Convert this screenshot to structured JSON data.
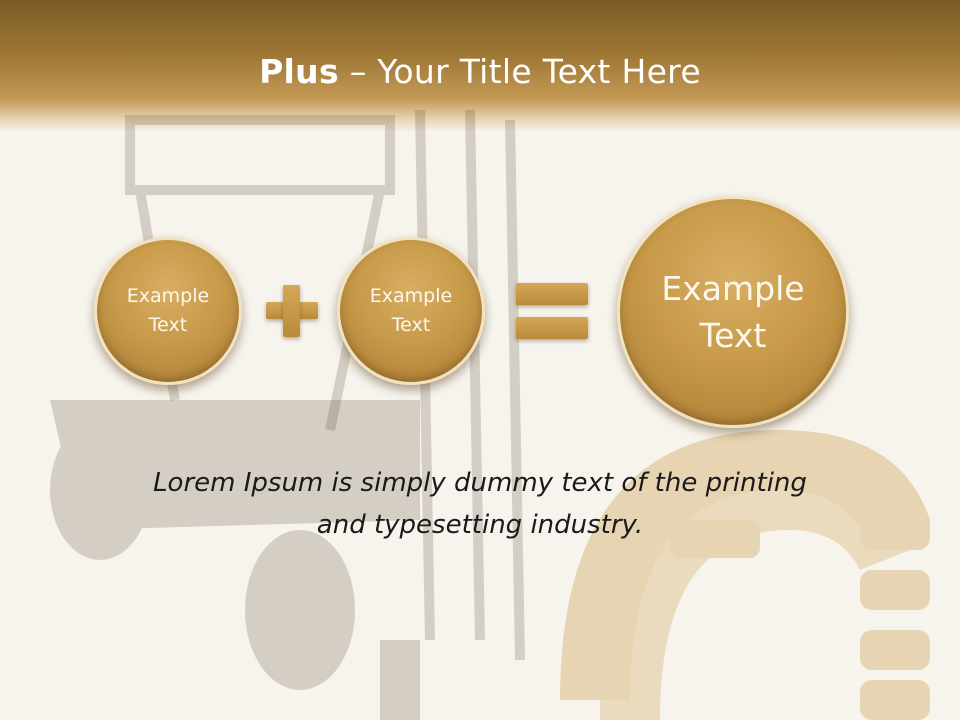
{
  "slide": {
    "title_bold": "Plus",
    "title_rest": " – Your Title Text Here"
  },
  "equation": {
    "circle_1": {
      "line1": "Example",
      "line2": "Text"
    },
    "circle_2": {
      "line1": "Example",
      "line2": "Text"
    },
    "result": {
      "line1": "Example",
      "line2": "Text"
    },
    "operator_1": "plus-icon",
    "operator_2": "equals-icon"
  },
  "caption": {
    "line1": "Lorem Ipsum is simply dummy text of the printing",
    "line2": "and typesetting industry."
  },
  "colors": {
    "header": "#a27a38",
    "circle": "#c89a4a",
    "background": "#f7f4ee"
  }
}
